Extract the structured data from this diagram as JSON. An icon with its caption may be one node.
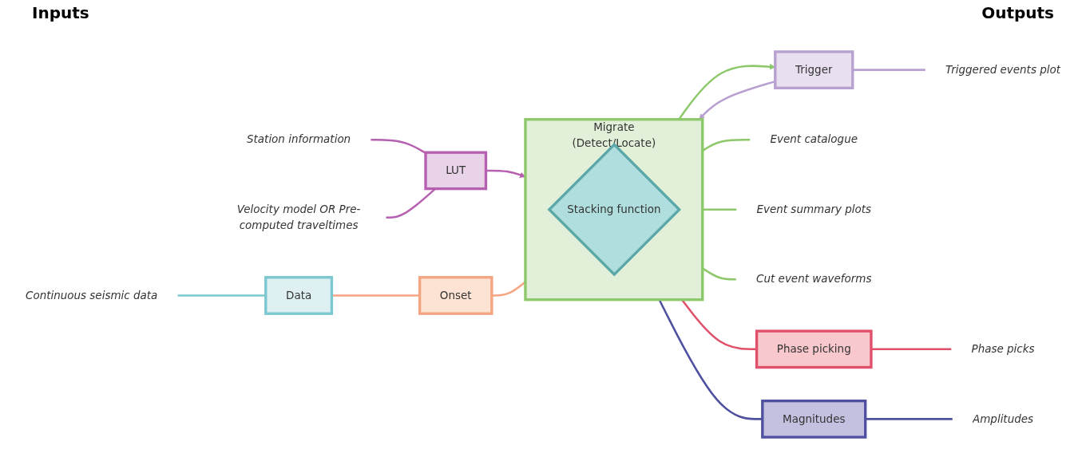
{
  "diagram": {
    "nodes": [
      {
        "text": [
          "Station information"
        ]
      },
      {
        "text": [
          "Velocity model OR Pre-computed traveltimes"
        ]
      },
      {
        "text": [
          "LUT"
        ]
      },
      {
        "text": [
          "Continuous seismic data"
        ]
      },
      {
        "text": [
          "Data"
        ]
      },
      {
        "text": [
          "Onset"
        ]
      },
      {
        "text": [
          "Migrate",
          "(Detect/Locate)"
        ]
      },
      {
        "text": [
          "Stacking function"
        ],
        "in": 6
      },
      {
        "text": [
          "Trigger"
        ]
      },
      {
        "text": [
          "Triggered events plot"
        ]
      },
      {
        "text": [
          "Event catalogue"
        ]
      },
      {
        "text": [
          "Event summary plots"
        ]
      },
      {
        "text": [
          "Cut event waveforms"
        ]
      },
      {
        "text": [
          "Phase picking"
        ]
      },
      {
        "text": [
          "Phase picks"
        ]
      },
      {
        "text": [
          "Magnitudes"
        ]
      },
      {
        "text": [
          "Amplitudes"
        ]
      }
    ],
    "edges": [
      {
        "from": 0,
        "to": 2,
        "arrow": "none",
        "color": "#b660b0"
      },
      {
        "from": 1,
        "to": 2,
        "arrow": "none",
        "color": "#b660b0"
      },
      {
        "from": 2,
        "to": 6,
        "arrow": "to",
        "color": "#b660b0"
      },
      {
        "from": 3,
        "to": 4,
        "arrow": "none",
        "color": "#7cc8d0"
      },
      {
        "from": 4,
        "to": 5,
        "arrow": "none",
        "color": "#f4a582"
      },
      {
        "from": 5,
        "to": 6,
        "arrow": "none",
        "color": "#f4a582"
      },
      {
        "from": 6,
        "to": 8,
        "arrow": "to",
        "color": "#8dc86a"
      },
      {
        "from": 8,
        "to": 6,
        "arrow": "to",
        "color": "#b8a0d0"
      },
      {
        "from": 8,
        "to": 9,
        "arrow": "none",
        "color": "#b8a0d0"
      },
      {
        "from": 6,
        "to": 10,
        "arrow": "none",
        "color": "#8dc86a"
      },
      {
        "from": 6,
        "to": 11,
        "arrow": "none",
        "color": "#8dc86a"
      },
      {
        "from": 6,
        "to": 12,
        "arrow": "none",
        "color": "#8dc86a"
      },
      {
        "from": 6,
        "to": 13,
        "arrow": "none",
        "color": "#e0506a"
      },
      {
        "from": 13,
        "to": 14,
        "arrow": "none",
        "color": "#e0506a"
      },
      {
        "from": 6,
        "to": 15,
        "arrow": "none",
        "color": "#5050a0"
      },
      {
        "from": 15,
        "to": 16,
        "arrow": "none",
        "color": "#5050a0"
      }
    ],
    "labels": [
      "Outputs",
      "Inputs"
    ]
  }
}
